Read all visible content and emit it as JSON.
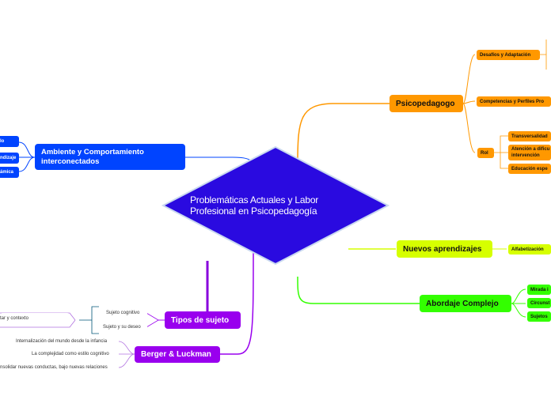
{
  "center": {
    "line1": "Problemáticas Actuales y Labor",
    "line2": "Profesional en Psicopedagogía",
    "color": "#2a0ae0"
  },
  "colors": {
    "orange": "#ff9800",
    "yellow": "#d6ff00",
    "green": "#33ff00",
    "blue": "#0044ff",
    "purple": "#9900ee",
    "leaf_border": "#b070e0"
  },
  "branches": {
    "psicopedagogo": {
      "label": "Psicopedagogo",
      "desafios": "Desafíos y Adaptación",
      "competencias": "Competencias y Perfiles Pro",
      "rol": "Rol",
      "transversalidad": "Transversalidad",
      "atencion_line1": "Atención a dificu",
      "atencion_line2": "intervención",
      "educacion": "Educación espe"
    },
    "nuevos": {
      "label": "Nuevos aprendizajes",
      "alfabetizacion": "Alfabetización"
    },
    "abordaje": {
      "label": "Abordaje Complejo",
      "mirada": "Mirada i",
      "circunst": "Circunst",
      "sujetos": "Sujetos"
    },
    "ambiente": {
      "label_line1": "Ambiente y Comportamiento",
      "label_line2": "interconectados",
      "item1": "lo",
      "item2": "ndizaje",
      "item3": "ámica"
    },
    "tipos": {
      "label": "Tipos de sujeto",
      "cognitivo": "Sujeto cognitivo",
      "deseo": "Sujeto y su deseo",
      "contexto": "tar y contexto"
    },
    "berger": {
      "label": "Berger & Luckman",
      "internalizacion": "Internalización del mundo desde la infancia",
      "complejidad": "La complejidad como estilo cognitivo",
      "consolidar": "nsolidar nuevas conductas, bajo nuevas relaciones"
    }
  }
}
